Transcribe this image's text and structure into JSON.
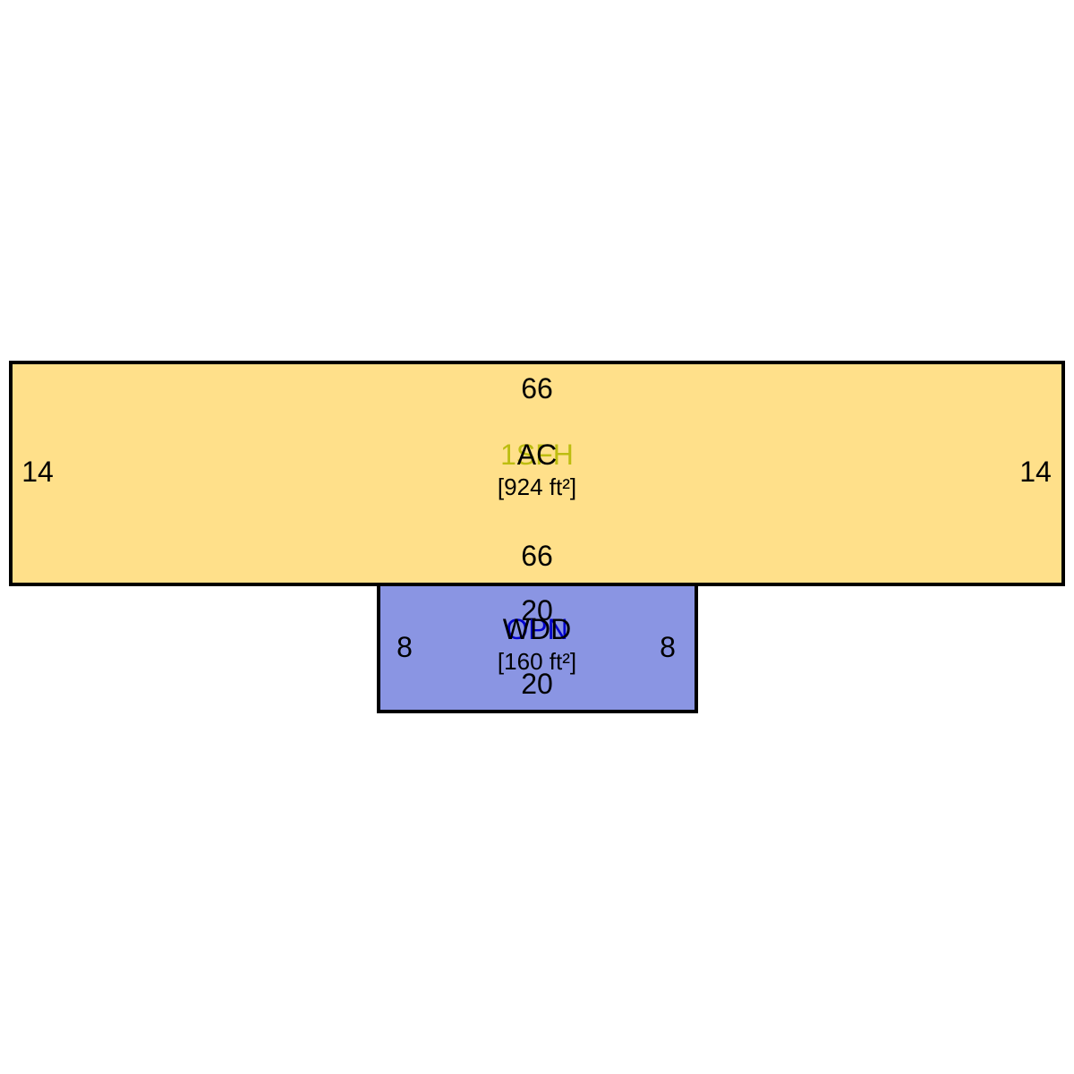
{
  "colors": {
    "main_fill": "#FFE08A",
    "addition_fill": "#8A95E3",
    "outline": "#000000",
    "main_code_color": "#BDBD10",
    "addition_code_color": "#0000CC",
    "label_color": "#000000"
  },
  "main_section": {
    "code": "1SFH",
    "label": "AC",
    "area": "[924 ft²]",
    "dim_top": "66",
    "dim_bottom": "66",
    "dim_left": "14",
    "dim_right": "14"
  },
  "addition_section": {
    "code": "OPN",
    "label": "WDD",
    "area": "[160 ft²]",
    "dim_top": "20",
    "dim_bottom": "20",
    "dim_left": "8",
    "dim_right": "8"
  }
}
